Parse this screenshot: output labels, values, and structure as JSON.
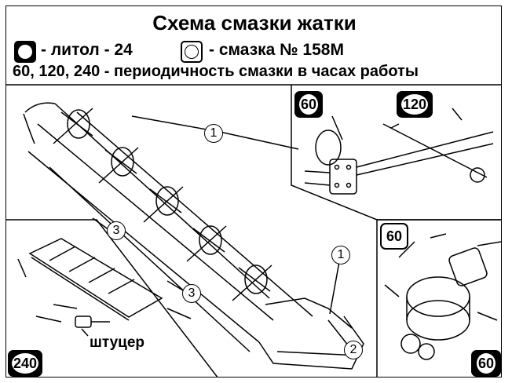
{
  "title": "Схема смазки жатки",
  "legend": [
    {
      "label": "- литол - 24",
      "symbol": "black-square-white-circle"
    },
    {
      "label": "- смазка № 158М",
      "symbol": "white-square-circle"
    }
  ],
  "periodicity_note": "60, 120, 240 - периодичность смазки в часах работы",
  "badges": [
    "60",
    "120",
    "60",
    "240",
    "60"
  ],
  "callouts": [
    "1",
    "1",
    "2",
    "3",
    "3"
  ],
  "part_label": "штуцер",
  "colors": {
    "line": "#000000",
    "background": "#ffffff"
  }
}
